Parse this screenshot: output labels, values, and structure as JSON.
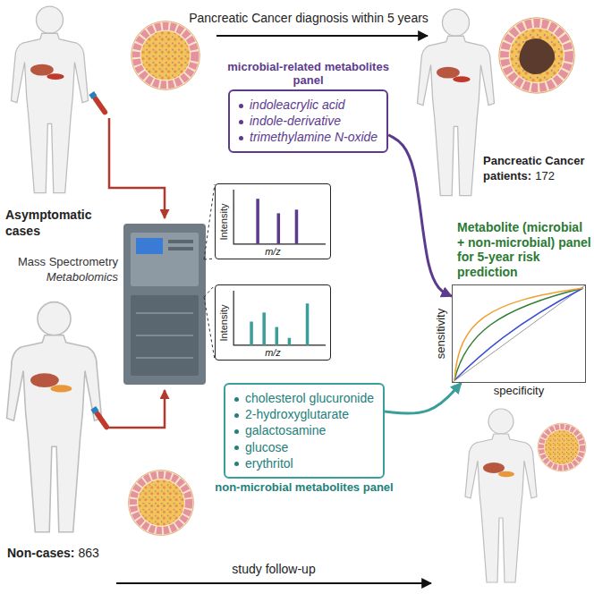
{
  "diagram": {
    "nodes": [
      {
        "text": [
          "microbial-related metabolites panel",
          "indoleacrylic acid",
          "indole-derivative",
          "trimethylamine N-oxide"
        ]
      },
      {
        "text": [
          "Intensity",
          "m/z"
        ]
      },
      {
        "text": [
          "Intensity",
          "m/z"
        ]
      },
      {
        "text": [
          "cholesterol glucuronide",
          "2-hydroxyglutarate",
          "galactosamine",
          "glucose",
          "erythritol",
          "non-microbial metabolites panel"
        ]
      },
      {
        "text": [
          "Metabolite (microbial + non-microbial) panel for 5-year risk prediction",
          "sensitivity",
          "specificity"
        ]
      }
    ],
    "edges": [
      {
        "from": 0,
        "to": 4,
        "arrow": "to"
      },
      {
        "from": 3,
        "to": 4,
        "arrow": "to"
      }
    ],
    "labels": [
      "Pancreatic Cancer diagnosis within 5 years",
      "Asymptomatic cases",
      "Mass Spectrometry",
      "Metabolomics",
      "Pancreatic Cancer patients:",
      "172",
      "Non-cases:",
      "863",
      "study follow-up"
    ]
  }
}
